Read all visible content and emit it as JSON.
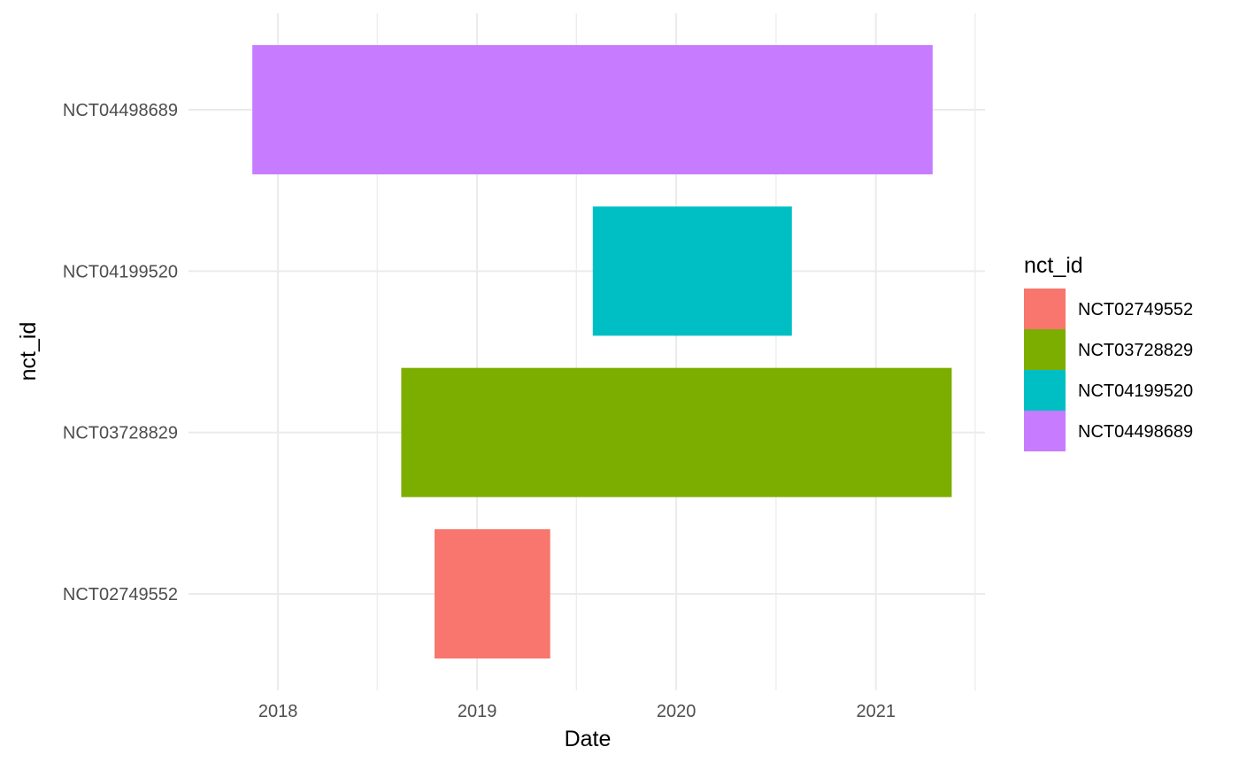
{
  "chart_data": {
    "type": "bar",
    "orientation": "horizontal-gantt",
    "xlabel": "Date",
    "ylabel": "nct_id",
    "x_ticks": [
      "2018",
      "2019",
      "2020",
      "2021"
    ],
    "x_range": [
      "2017-07-21",
      "2021-07-20"
    ],
    "categories": [
      "NCT02749552",
      "NCT03728829",
      "NCT04199520",
      "NCT04498689"
    ],
    "series": [
      {
        "name": "NCT02749552",
        "start": "2018-10-15",
        "end": "2019-05-15",
        "color": "#F8766D"
      },
      {
        "name": "NCT03728829",
        "start": "2018-08-15",
        "end": "2021-05-20",
        "color": "#7CAE00"
      },
      {
        "name": "NCT04199520",
        "start": "2019-08-01",
        "end": "2020-07-31",
        "color": "#00BFC4"
      },
      {
        "name": "NCT04498689",
        "start": "2017-11-15",
        "end": "2021-04-15",
        "color": "#C77CFF"
      }
    ],
    "legend": {
      "title": "nct_id",
      "position": "right"
    },
    "grid": true
  }
}
